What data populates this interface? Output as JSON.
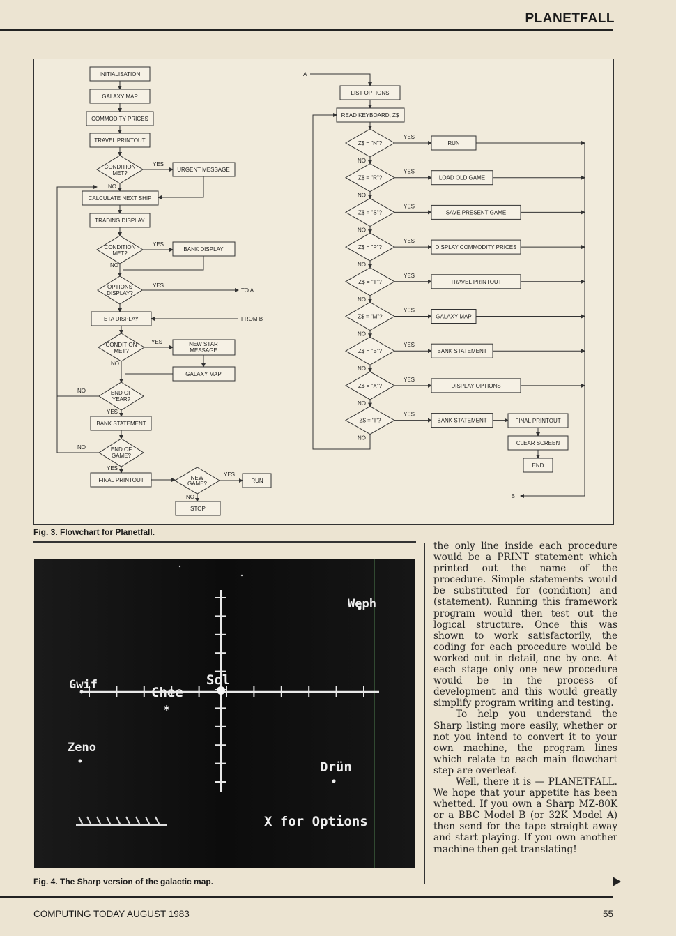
{
  "header": {
    "title": "PLANETFALL"
  },
  "fig3": {
    "caption": "Fig. 3. Flowchart for Planetfall.",
    "left": {
      "initialisation": "INITIALISATION",
      "galaxy_map": "GALAXY MAP",
      "commodity_prices": "COMMODITY PRICES",
      "travel_printout": "TRAVEL PRINTOUT",
      "condition1_a": "CONDITION",
      "condition1_b": "MET?",
      "urgent_message": "URGENT MESSAGE",
      "calculate_next_ship": "CALCULATE NEXT SHIP",
      "trading_display": "TRADING DISPLAY",
      "condition2_a": "CONDITION",
      "condition2_b": "MET?",
      "bank_display": "BANK DISPLAY",
      "options_a": "OPTIONS",
      "options_b": "DISPLAY?",
      "to_a": "TO A",
      "eta_display": "ETA DISPLAY",
      "from_b": "FROM B",
      "condition3_a": "CONDITION",
      "condition3_b": "MET?",
      "new_star_a": "NEW STAR",
      "new_star_b": "MESSAGE",
      "galaxy_map2": "GALAXY MAP",
      "end_year_a": "END OF",
      "end_year_b": "YEAR?",
      "bank_statement": "BANK STATEMENT",
      "end_game_a": "END OF",
      "end_game_b": "GAME?",
      "final_printout": "FINAL PRINTOUT",
      "new_game_a": "NEW",
      "new_game_b": "GAME?",
      "run": "RUN",
      "stop": "STOP"
    },
    "right": {
      "a_label": "A",
      "list_options": "LIST OPTIONS",
      "read_keyboard": "READ KEYBOARD, Z$",
      "checks": [
        {
          "cond": "Z$ = \"N\"?",
          "action": "RUN"
        },
        {
          "cond": "Z$ = \"R\"?",
          "action": "LOAD OLD GAME"
        },
        {
          "cond": "Z$ = \"S\"?",
          "action": "SAVE PRESENT GAME"
        },
        {
          "cond": "Z$ = \"P\"?",
          "action": "DISPLAY COMMODITY PRICES"
        },
        {
          "cond": "Z$ = \"T\"?",
          "action": "TRAVEL PRINTOUT"
        },
        {
          "cond": "Z$ = \"M\"?",
          "action": "GALAXY MAP"
        },
        {
          "cond": "Z$ = \"B\"?",
          "action": "BANK STATEMENT"
        },
        {
          "cond": "Z$ = \"X\"?",
          "action": "DISPLAY OPTIONS"
        },
        {
          "cond": "Z$ = \"I\"?",
          "action": "BANK STATEMENT"
        }
      ],
      "final_printout": "FINAL PRINTOUT",
      "clear_screen": "CLEAR SCREEN",
      "end": "END",
      "b_label": "B"
    },
    "yes": "YES",
    "no": "NO"
  },
  "fig4": {
    "caption": "Fig. 4. The Sharp version of the galactic map.",
    "stars": {
      "wephj": "Weph",
      "gwif": "Gwif",
      "chee": "Chee",
      "sol": "Sol",
      "zeno": "Zeno",
      "drun": "Drün"
    },
    "options_text": "X for Options"
  },
  "article": {
    "p1": "the only line inside each procedure would be a PRINT statement which printed out the name of the procedure. Simple statements would be substituted for (condition) and (statement). Running this framework program would then test out the logical structure. Once this was shown to work satisfactorily, the coding for each procedure would be worked out in detail, one by one. At each stage only one new procedure would be in the process of development and this would greatly simplify program writing and testing.",
    "p2": "To help you understand the Sharp listing more easily, whether or not you intend to convert it to your own machine, the program lines which relate to each main flowchart step are overleaf.",
    "p3": "Well, there it is — PLANETFALL. We hope that your appetite has been whetted. If you own a Sharp MZ-80K or a BBC Model B (or 32K Model A) then send for the tape straight away and start playing. If you own another machine then get translating!"
  },
  "footer": {
    "left": "COMPUTING TODAY AUGUST 1983",
    "page": "55"
  }
}
